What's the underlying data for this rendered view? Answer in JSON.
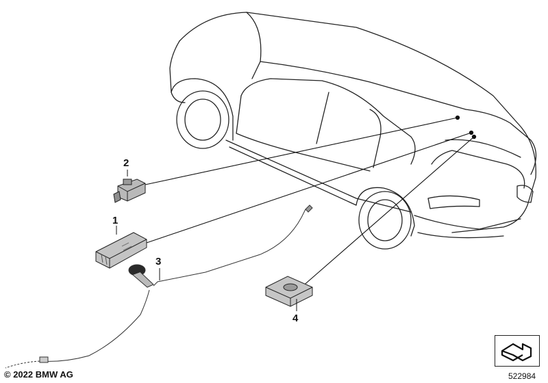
{
  "callouts": {
    "part1": "1",
    "part2": "2",
    "part3": "3",
    "part4": "4"
  },
  "footer": {
    "copyright": "© 2022 BMW AG",
    "diagram_number": "522984"
  },
  "icons": {
    "corner_symbol": "parts-arrow-icon"
  }
}
